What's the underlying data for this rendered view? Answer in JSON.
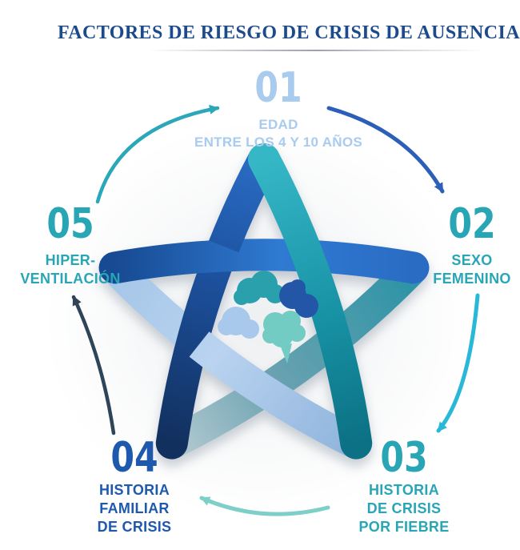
{
  "title": "FACTORES DE RIESGO DE CRISIS DE AUSENCIA",
  "items": [
    {
      "number": "01",
      "label_lines": [
        "EDAD",
        "ENTRE LOS 4 Y 10 AÑOS"
      ],
      "color": "#a8cbee"
    },
    {
      "number": "02",
      "label_lines": [
        "SEXO",
        "FEMENINO"
      ],
      "color": "#29a6b5"
    },
    {
      "number": "03",
      "label_lines": [
        "HISTORIA",
        "DE CRISIS",
        "POR FIEBRE"
      ],
      "color": "#29a6b5"
    },
    {
      "number": "04",
      "label_lines": [
        "HISTORIA",
        "FAMILIAR",
        "DE CRISIS"
      ],
      "color": "#1e59ad"
    },
    {
      "number": "05",
      "label_lines": [
        "HIPER-",
        "VENTILACIÓN"
      ],
      "color": "#29a6b5"
    }
  ],
  "center": {
    "icon": "brain-icon"
  },
  "arrows": [
    {
      "name": "arrow-05-to-01",
      "color": "#2aa7b8"
    },
    {
      "name": "arrow-01-to-02",
      "color": "#2b5fb8"
    },
    {
      "name": "arrow-02-to-03",
      "color": "#29b8d8"
    },
    {
      "name": "arrow-03-to-04",
      "color": "#7dcfc8"
    },
    {
      "name": "arrow-04-to-05",
      "color": "#2e4458"
    }
  ],
  "palette": {
    "title_navy": "#1c4a8a",
    "knot_blue": "#2f7ad2",
    "knot_navy": "#12305e",
    "knot_light_blue": "#b9d3f0",
    "knot_teal": "#0c7184",
    "knot_steel": "#b2c9d1",
    "brain_teal": "#2ba0ad",
    "brain_navy": "#2456a8",
    "brain_light_blue": "#a9c9ec",
    "brain_seafoam": "#73ccc4"
  }
}
